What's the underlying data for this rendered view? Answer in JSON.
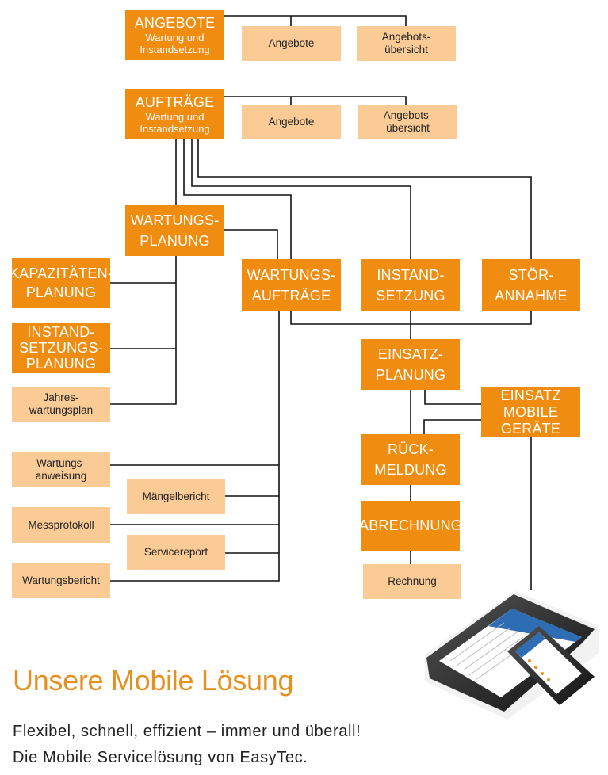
{
  "boxes": {
    "angebote_main": {
      "title": "ANGEBOTE",
      "subtitle": "Wartung und\nInstandsetzung"
    },
    "angebote_sub1": "Angebote",
    "angebote_sub2": "Angebots-\nübersicht",
    "auftraege_main": {
      "title": "AUFTRÄGE",
      "subtitle": "Wartung und\nInstandsetzung"
    },
    "auftraege_sub1": "Angebote",
    "auftraege_sub2": "Angebots-\nübersicht",
    "wartungsplanung": "WARTUNGS-\nPLANUNG",
    "kapazitaetenplanung": "KAPAZITÄTEN-\nPLANUNG",
    "instandsetzungsplanung": "INSTAND-\nSETZUNGS-\nPLANUNG",
    "jahreswartungsplan": "Jahres-\nwartungsplan",
    "wartungsauftraege": "WARTUNGS-\nAUFTRÄGE",
    "instandsetzung": "INSTAND-\nSETZUNG",
    "stoerannahme": "STÖR-\nANNAHME",
    "einsatzplanung": "EINSATZ-\nPLANUNG",
    "einsatz_mobile": "EINSATZ\nMOBILE\nGERÄTE",
    "rueckmeldung": "RÜCK-\nMELDUNG",
    "abrechnung": "ABRECHNUNG",
    "rechnung": "Rechnung",
    "wartungsanweisung": "Wartungs-\nanweisung",
    "maengelbericht": "Mängelbericht",
    "messprotokoll": "Messprotokoll",
    "servicereport": "Servicereport",
    "wartungsbericht": "Wartungsbericht"
  },
  "headline": "Unsere Mobile Lösung",
  "tagline1": "Flexibel, schnell, effizient – immer und überall!",
  "tagline2": "Die Mobile Servicelösung von EasyTec.",
  "colors": {
    "accent": "#f08c0f",
    "light": "#fbcb96",
    "headline": "#e8901e"
  }
}
